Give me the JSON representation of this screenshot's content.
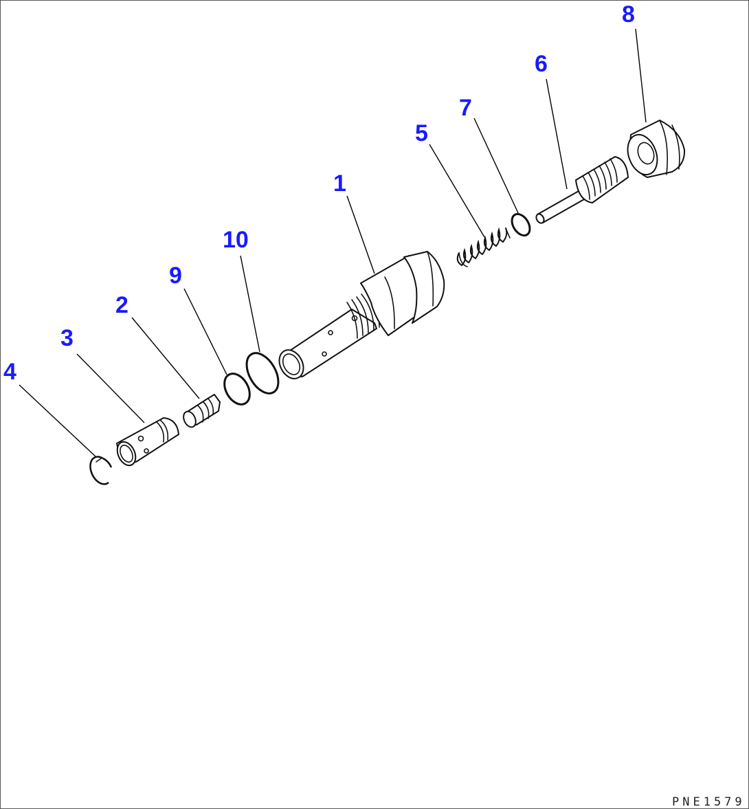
{
  "diagram": {
    "drawing_code": "PNE1579",
    "callouts": [
      {
        "id": "1",
        "label": "1",
        "part": "valve-body"
      },
      {
        "id": "2",
        "label": "2",
        "part": "poppet"
      },
      {
        "id": "3",
        "label": "3",
        "part": "seat"
      },
      {
        "id": "4",
        "label": "4",
        "part": "snap-ring"
      },
      {
        "id": "5",
        "label": "5",
        "part": "spring"
      },
      {
        "id": "6",
        "label": "6",
        "part": "adjust-screw"
      },
      {
        "id": "7",
        "label": "7",
        "part": "o-ring"
      },
      {
        "id": "8",
        "label": "8",
        "part": "nut"
      },
      {
        "id": "9",
        "label": "9",
        "part": "o-ring"
      },
      {
        "id": "10",
        "label": "10",
        "part": "o-ring"
      }
    ],
    "colors": {
      "callout": "#1a1aff",
      "line": "#111111",
      "background": "#ffffff"
    }
  }
}
